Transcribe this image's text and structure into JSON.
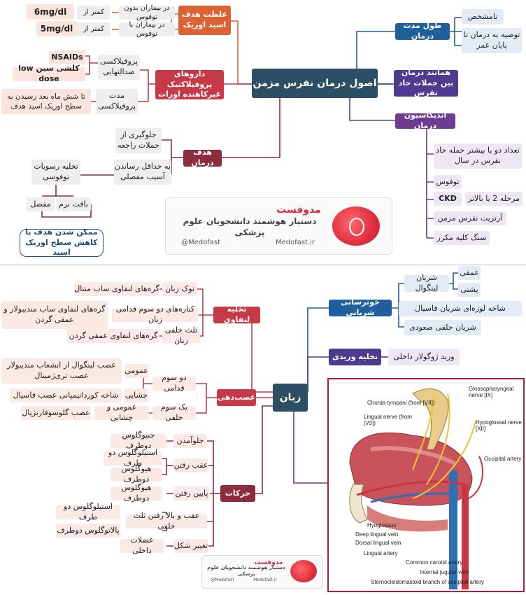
{
  "top": {
    "root": "اصول درمان نقرس مزمن",
    "longterm": {
      "title": "طول مدت درمان",
      "items": [
        "نامشخص",
        "توصیه به درمان تا پایان عمر"
      ]
    },
    "concurrent": "همانند درمان بین حملات حاد نقرس",
    "indications": {
      "title": "اندیکاسیون درمان",
      "items": [
        "تعداد دو یا بیشتر حمله حاد نقرس در سال",
        "توفوس",
        "مرحله 2 یا بالاتر",
        "CKD",
        "آرتریت نقرس مزمن",
        "سنگ کلیه مکرر"
      ]
    },
    "target": {
      "title": "غلظت هدف اسید اوریک",
      "items": [
        {
          "label": "در بیماران بدون توفوس",
          "value": "کمتر از",
          "num": "6mg/dl"
        },
        {
          "label": "در بیماران با توفوس",
          "value": "کمتر از",
          "num": "5mg/dl"
        }
      ]
    },
    "prophylaxis": {
      "title": "داروهای پروفیلاکتیک غیرکاهنده اورات",
      "anti": "پروفیلاکسی ضدالتهابی",
      "nsaids": "NSAIDs",
      "colch": "کلشی سین low dose",
      "duration": "مدت پروفیلاکسی",
      "duration_val": "تا شش ماه بعد رسیدن به سطح اوریک اسید هدف"
    },
    "goal": {
      "title": "هدف درمان",
      "prevent": "جلوگیری از حملات راجعه",
      "minimize": "به حداقل رساندن آسیب مفصلی",
      "tophus": "تخلیه رسوبات توفوسی",
      "soft": "بافت نرم",
      "joint": "مفصل",
      "note": "ممکن شدن هدف با کاهش سطح اوریک اسید"
    },
    "brand": {
      "name": "مدوفست",
      "tagline": "دستیار هوشمند دانشجویان علوم پزشکی",
      "telegram": "@Medofast",
      "site": "Medofast.ir"
    }
  },
  "bottom": {
    "root": "زبان",
    "blood": {
      "title": "خونرسانی شریانی",
      "lingual": "شریان لینگوال",
      "deep": "عمقی",
      "dorsal": "پشتی",
      "branch": "شاخه لوزه‌ای شریان فاسیال",
      "pharyngeal": "شریان حلقی صعودی"
    },
    "venous": {
      "title": "تخلیه وریدی",
      "value": "ورید ژوگولار داخلی"
    },
    "lymph": {
      "title": "تخلیه لنفاوی",
      "tip": "نوک زبان",
      "tip_val": "گره‌های لنفاوی ساب منتال",
      "sides": "کناره‌های دو سوم قدامی زبان",
      "sides_val": "گره‌های لنفاوی ساب مندیبولار و عمقی گردن",
      "back": "ثلث خلفی زبان",
      "back_val": "گره‌های لنفاوی عمقی گردن"
    },
    "nerve": {
      "title": "عصب‌دهی",
      "ant": "دو سوم قدامی",
      "general": "عمومی",
      "general_val": "عصب لینگوال از انشعاب مندیبولار عصب تری‌ژمینال",
      "taste": "چشایی",
      "taste_val": "شاخه کورداتیمپانی عصب فاسیال",
      "post": "یک سوم خلفی",
      "post_mid": "عمومی و چشایی",
      "post_val": "عصب گلوسوفارنژیال"
    },
    "motion": {
      "title": "حرکات",
      "forward": "جلوآمدن",
      "forward_val": "جنیوگلوس دوطرف",
      "back": "عقب رفتن",
      "back_val1": "استیلوگلوس دو طرف",
      "back_val2": "هیوگلوس دوطرف",
      "down": "پایین رفتن",
      "down_val": "هیوگلوس دوطرف",
      "up": "عقب و بالا رفتن ثلث خلفی",
      "up_val1": "استیلوگلوس دو طرف",
      "up_val2": "پالاتوگلوس دوطرف",
      "shape": "تغییر شکل",
      "shape_val": "عضلات داخلی"
    },
    "brand": {
      "name": "مدوفست",
      "tagline": "دستیار هوشمند دانشجویان علوم پزشکی",
      "telegram": "@Medofast",
      "site": "Medofast.ir"
    }
  },
  "anatomy": {
    "chorda": "Chorda tympani (from [VII])",
    "glosso": "Glossopharyngeal nerve [IX]",
    "lingual_nerve": "Lingual nerve (from [V3])",
    "hypoglossal": "Hypoglossal nerve [XII]",
    "occipital": "Occipital artery",
    "hyoglossus": "Hyoglossus",
    "deep_vein": "Deep lingual vein",
    "dorsal_vein": "Dorsal lingual vein",
    "lingual_artery": "Lingual artery",
    "carotid": "Common carotid artery",
    "jugular": "Internal jugular vein",
    "scm": "Sternocleidomastoid branch of occipital artery"
  }
}
